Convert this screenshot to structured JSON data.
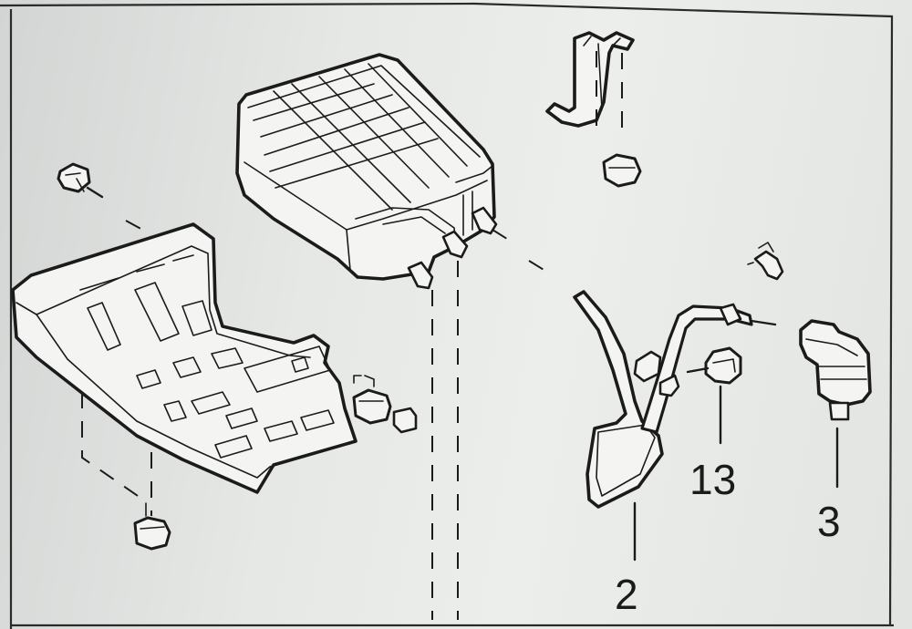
{
  "callouts": {
    "part_13": "13",
    "part_3": "3",
    "part_2": "2"
  }
}
